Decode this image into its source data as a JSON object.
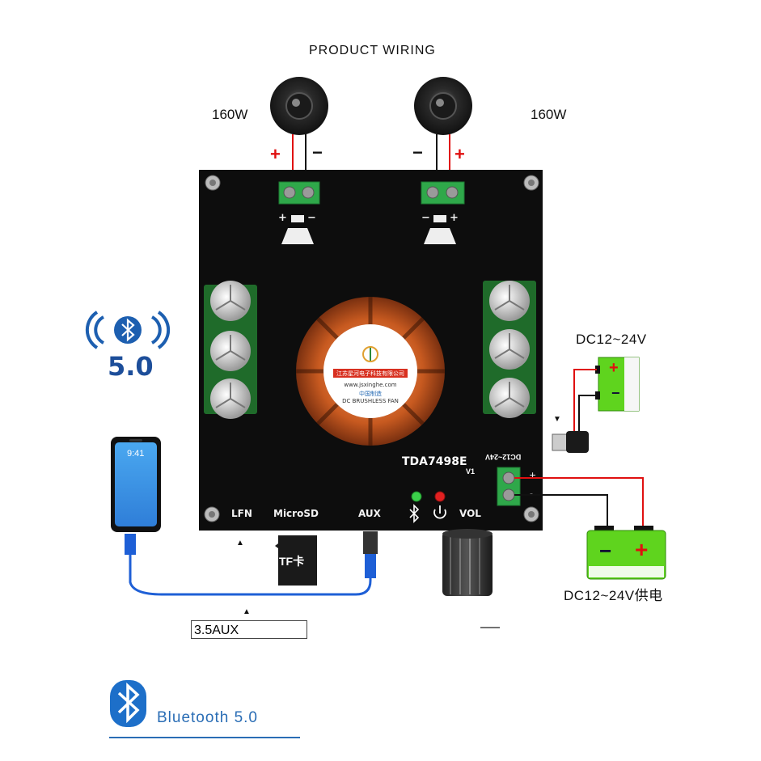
{
  "title": "PRODUCT WIRING",
  "speakers": {
    "left_power": "160W",
    "right_power": "160W",
    "plus": "+",
    "minus": "−"
  },
  "board": {
    "model": "TDA7498E",
    "version": "V1",
    "dc_label": "DC12~24V",
    "labels": {
      "lfn": "LFN",
      "microsd": "MicroSD",
      "aux": "AUX",
      "vol": "VOL"
    },
    "fan": {
      "company_cn": "江苏星河电子科技有限公司",
      "website": "www.jsxinghe.com",
      "made_in": "中国制造",
      "fan_type": "DC BRUSHLESS FAN"
    }
  },
  "bluetooth_badge": {
    "version": "5.0"
  },
  "power": {
    "dc_adapter_label": "DC12~24V",
    "battery_label": "DC12~24V供电",
    "plus": "+",
    "minus": "−"
  },
  "phone": {
    "time": "9:41"
  },
  "tf_card": {
    "label": "TF卡"
  },
  "aux_cable": {
    "label": "3.5AUX"
  },
  "footer": {
    "bluetooth_label": "Bluetooth 5.0"
  },
  "colors": {
    "board": "#0d0d0d",
    "terminal_green": "#2fa84a",
    "wire_red": "#e01010",
    "wire_black": "#111111",
    "battery_green": "#5fd41e",
    "bluetooth_blue": "#1d5fb0",
    "fan_orange": "#d6692a"
  }
}
